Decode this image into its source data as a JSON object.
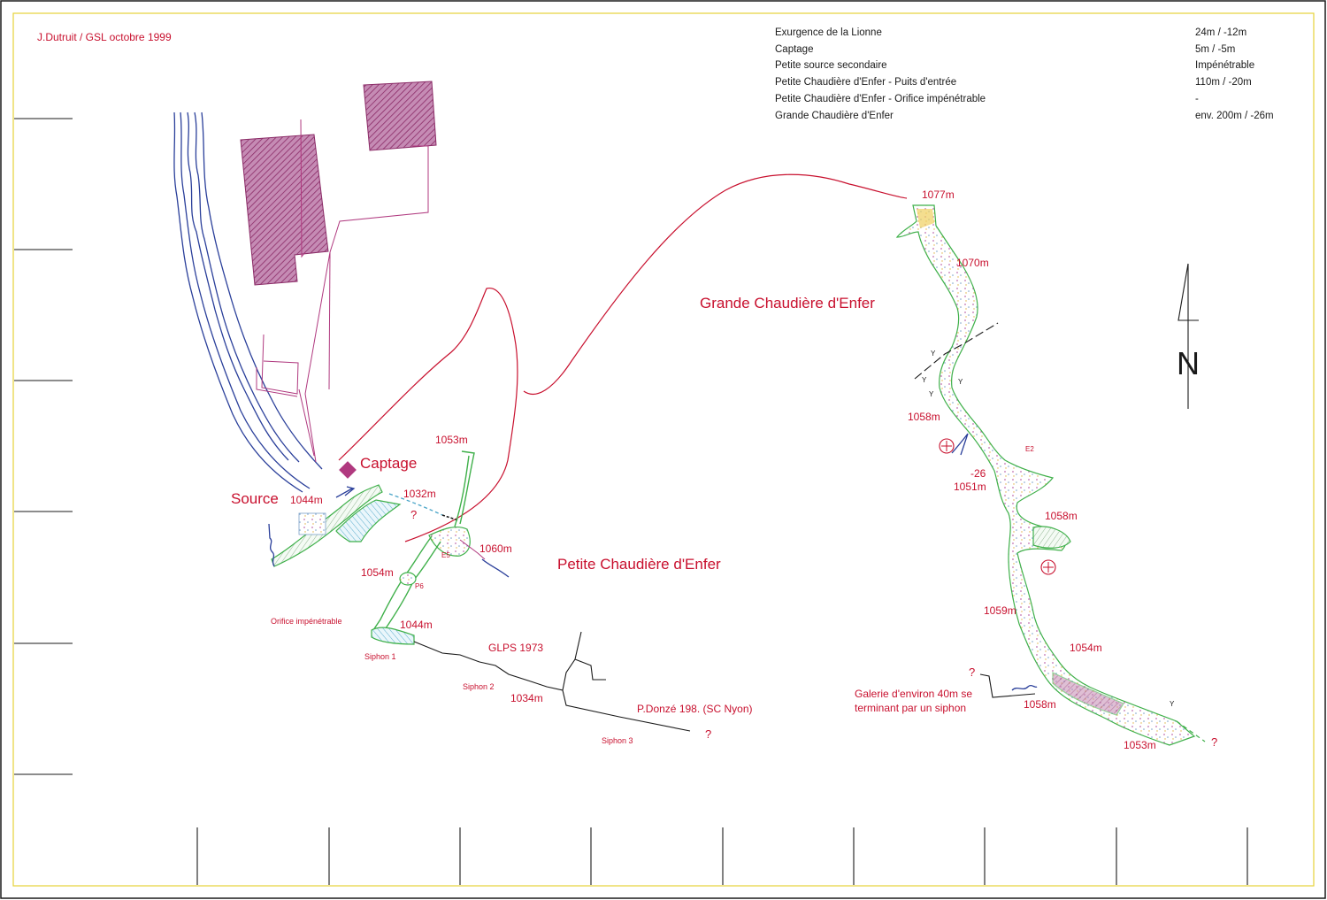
{
  "credit": "J.Dutruit  /  GSL octobre 1999",
  "legend": [
    {
      "name": "Exurgence de la Lionne",
      "value": "24m  /  -12m"
    },
    {
      "name": "Captage",
      "value": "5m  /  -5m"
    },
    {
      "name": "Petite source secondaire",
      "value": "Impénétrable"
    },
    {
      "name": "Petite Chaudière d'Enfer - Puits d'entrée",
      "value": "110m  /  -20m"
    },
    {
      "name": "Petite Chaudière d'Enfer - Orifice impénétrable",
      "value": "-"
    },
    {
      "name": "Grande Chaudière d'Enfer",
      "value": "env. 200m  /  -26m"
    }
  ],
  "north": "N",
  "labels": {
    "captage": "Captage",
    "source": "Source",
    "petite": "Petite Chaudière d'Enfer",
    "grande": "Grande Chaudière d'Enfer",
    "glps": "GLPS 1973",
    "donze": "P.Donzé 198. (SC Nyon)",
    "galerie1": "Galerie d'environ 40m se",
    "galerie2": "terminant par un siphon",
    "orifice": "Orifice impénétrable",
    "siphon1": "Siphon 1",
    "siphon2": "Siphon 2",
    "siphon3": "Siphon 3",
    "p6": "P6",
    "e5": "E5",
    "e2": "E2",
    "minus26": "-26",
    "question": "?",
    "y": "Y"
  },
  "altitudes": {
    "a1044_source": "1044m",
    "a1032": "1032m",
    "a1053_petite": "1053m",
    "a1060": "1060m",
    "a1054_petite": "1054m",
    "a1044_siphon": "1044m",
    "a1034": "1034m",
    "a1077": "1077m",
    "a1070": "1070m",
    "a1058_a": "1058m",
    "a1051": "1051m",
    "a1058_b": "1058m",
    "a1059": "1059m",
    "a1054_grande": "1054m",
    "a1058_c": "1058m",
    "a1053_grande": "1053m"
  },
  "colors": {
    "red": "#c8102e",
    "green": "#3fb04a",
    "magenta": "#b0397f",
    "blue": "#2a3f9a",
    "frame": "#e6d23a",
    "black": "#1a1a1a"
  }
}
